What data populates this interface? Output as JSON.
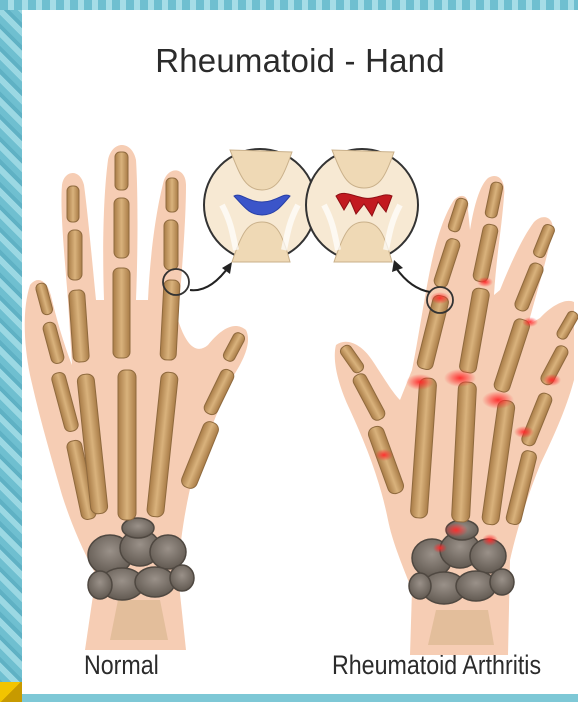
{
  "title": "Rheumatoid - Hand",
  "labels": {
    "normal": "Normal",
    "ra": "Rheumatoid Arthritis"
  },
  "colors": {
    "skin": "#f6cdb4",
    "bone": "#c9a06a",
    "bone_dark": "#a47a46",
    "carpal": "#7d756c",
    "inflammation": "#e5232b",
    "healthy_cartilage": "#3b55c9",
    "background": "#7ec8d6"
  }
}
